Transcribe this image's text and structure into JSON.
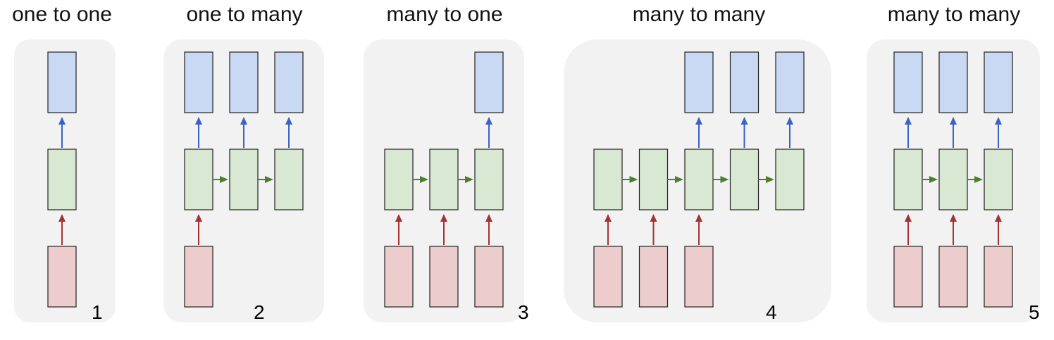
{
  "colors": {
    "panel": "#f2f2f2",
    "output_fill": "#c9d9f3",
    "hidden_fill": "#d8e8d3",
    "input_fill": "#eccccc",
    "box_stroke": "#222222",
    "up_arrow_out": "#3a63c6",
    "up_arrow_in": "#a83232",
    "right_arrow": "#4e7f2e"
  },
  "diagrams": [
    {
      "title": "one to one",
      "number": "1",
      "steps": 1,
      "inputs": [
        true
      ],
      "outputs": [
        true
      ]
    },
    {
      "title": "one to many",
      "number": "2",
      "steps": 3,
      "inputs": [
        true,
        false,
        false
      ],
      "outputs": [
        true,
        true,
        true
      ]
    },
    {
      "title": "many to one",
      "number": "3",
      "steps": 3,
      "inputs": [
        true,
        true,
        true
      ],
      "outputs": [
        false,
        false,
        true
      ]
    },
    {
      "title": "many to many",
      "number": "4",
      "steps": 5,
      "inputs": [
        true,
        true,
        true,
        false,
        false
      ],
      "outputs": [
        false,
        false,
        true,
        true,
        true
      ]
    },
    {
      "title": "many to many",
      "number": "5",
      "steps": 3,
      "inputs": [
        true,
        true,
        true
      ],
      "outputs": [
        true,
        true,
        true
      ]
    }
  ]
}
